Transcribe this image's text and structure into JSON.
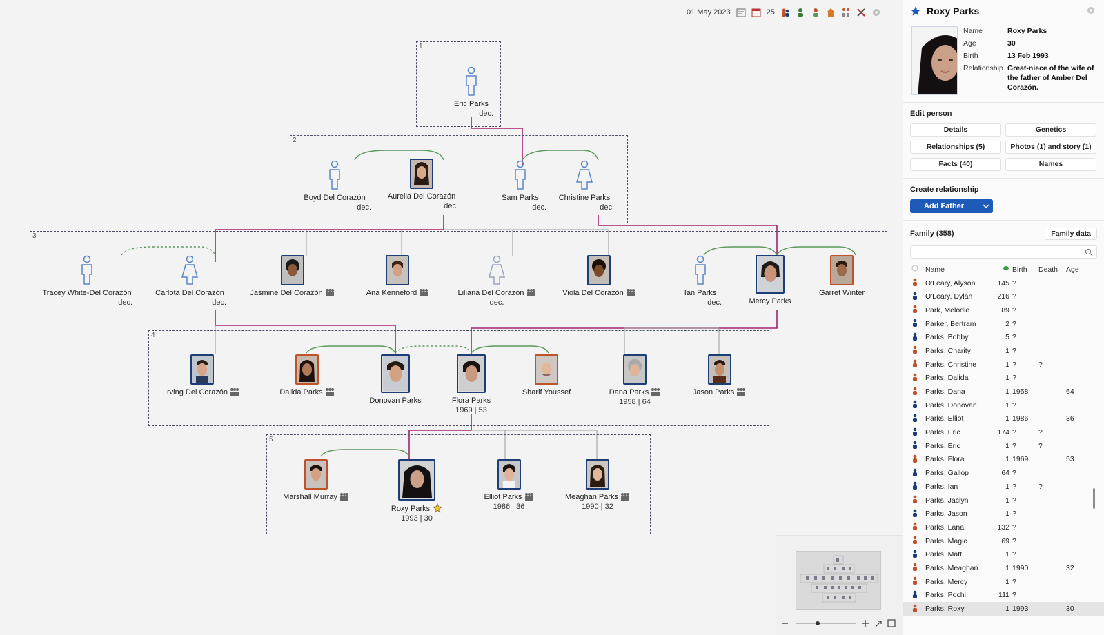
{
  "toolbar": {
    "date": "01 May 2023",
    "count": "25"
  },
  "tree": {
    "generation_labels": [
      "1",
      "2",
      "3",
      "4",
      "5"
    ],
    "people": {
      "eric": {
        "name": "Eric Parks",
        "sub": "dec."
      },
      "boyd": {
        "name": "Boyd Del Corazón",
        "sub": "dec."
      },
      "aurelia": {
        "name": "Aurelia Del Corazón",
        "sub": "dec."
      },
      "sam": {
        "name": "Sam Parks",
        "sub": "dec."
      },
      "christine": {
        "name": "Christine Parks",
        "sub": "dec."
      },
      "tracey": {
        "name": "Tracey White-Del Corazón",
        "sub": "dec."
      },
      "carlota": {
        "name": "Carlota Del Corazón",
        "sub": "dec."
      },
      "jasmine": {
        "name": "Jasmine Del Corazón"
      },
      "ana": {
        "name": "Ana Kenneford"
      },
      "liliana": {
        "name": "Liliana Del Corazón",
        "sub": "dec."
      },
      "viola": {
        "name": "Viola Del Corazón"
      },
      "ian": {
        "name": "Ian Parks",
        "sub": "dec."
      },
      "mercy": {
        "name": "Mercy Parks"
      },
      "garret": {
        "name": "Garret Winter"
      },
      "irving": {
        "name": "Irving Del Corazón"
      },
      "dalida": {
        "name": "Dalida Parks"
      },
      "donovan": {
        "name": "Donovan Parks"
      },
      "flora": {
        "name": "Flora Parks",
        "sub": "1969 | 53"
      },
      "sharif": {
        "name": "Sharif Youssef"
      },
      "dana": {
        "name": "Dana Parks",
        "sub": "1958 | 64"
      },
      "jason": {
        "name": "Jason Parks"
      },
      "marshall": {
        "name": "Marshall Murray"
      },
      "roxy": {
        "name": "Roxy Parks",
        "sub": "1993 | 30"
      },
      "elliot": {
        "name": "Elliot Parks",
        "sub": "1986 | 36"
      },
      "meaghan": {
        "name": "Meaghan Parks",
        "sub": "1990 | 32"
      }
    }
  },
  "panel": {
    "title": "Roxy Parks",
    "facts": {
      "name_label": "Name",
      "name": "Roxy Parks",
      "age_label": "Age",
      "age": "30",
      "birth_label": "Birth",
      "birth": "13 Feb 1993",
      "relationship_label": "Relationship",
      "relationship": "Great-niece of the wife of the father of Amber Del Corazón."
    },
    "edit_title": "Edit person",
    "edit_buttons": [
      "Details",
      "Genetics",
      "Relationships (5)",
      "Photos (1) and story (1)",
      "Facts (40)",
      "Names"
    ],
    "create_title": "Create relationship",
    "add_father": "Add Father",
    "family_title": "Family (358)",
    "family_data_button": "Family data",
    "columns": {
      "name": "Name",
      "birth": "Birth",
      "death": "Death",
      "age": "Age"
    },
    "list": [
      {
        "name": "O'Leary, Alyson",
        "count": "145",
        "birth": "?",
        "death": "",
        "age": "",
        "sex": "f"
      },
      {
        "name": "O'Leary, Dylan",
        "count": "216",
        "birth": "?",
        "death": "",
        "age": "",
        "sex": "m"
      },
      {
        "name": "Park, Melodie",
        "count": "89",
        "birth": "?",
        "death": "",
        "age": "",
        "sex": "f"
      },
      {
        "name": "Parker, Bertram",
        "count": "2",
        "birth": "?",
        "death": "",
        "age": "",
        "sex": "m"
      },
      {
        "name": "Parks, Bobby",
        "count": "5",
        "birth": "?",
        "death": "",
        "age": "",
        "sex": "m"
      },
      {
        "name": "Parks, Charity",
        "count": "1",
        "birth": "?",
        "death": "",
        "age": "",
        "sex": "f"
      },
      {
        "name": "Parks, Christine",
        "count": "1",
        "birth": "?",
        "death": "?",
        "age": "",
        "sex": "f"
      },
      {
        "name": "Parks, Dalida",
        "count": "1",
        "birth": "?",
        "death": "",
        "age": "",
        "sex": "f"
      },
      {
        "name": "Parks, Dana",
        "count": "1",
        "birth": "1958",
        "death": "",
        "age": "64",
        "sex": "f"
      },
      {
        "name": "Parks, Donovan",
        "count": "1",
        "birth": "?",
        "death": "",
        "age": "",
        "sex": "m"
      },
      {
        "name": "Parks, Elliot",
        "count": "1",
        "birth": "1986",
        "death": "",
        "age": "36",
        "sex": "m"
      },
      {
        "name": "Parks, Eric",
        "count": "174",
        "birth": "?",
        "death": "?",
        "age": "",
        "sex": "m"
      },
      {
        "name": "Parks, Eric",
        "count": "1",
        "birth": "?",
        "death": "?",
        "age": "",
        "sex": "m"
      },
      {
        "name": "Parks, Flora",
        "count": "1",
        "birth": "1969",
        "death": "",
        "age": "53",
        "sex": "f"
      },
      {
        "name": "Parks, Gallop",
        "count": "64",
        "birth": "?",
        "death": "",
        "age": "",
        "sex": "m"
      },
      {
        "name": "Parks, Ian",
        "count": "1",
        "birth": "?",
        "death": "?",
        "age": "",
        "sex": "m"
      },
      {
        "name": "Parks, Jaclyn",
        "count": "1",
        "birth": "?",
        "death": "",
        "age": "",
        "sex": "f"
      },
      {
        "name": "Parks, Jason",
        "count": "1",
        "birth": "?",
        "death": "",
        "age": "",
        "sex": "m"
      },
      {
        "name": "Parks, Lana",
        "count": "132",
        "birth": "?",
        "death": "",
        "age": "",
        "sex": "f"
      },
      {
        "name": "Parks, Magic",
        "count": "69",
        "birth": "?",
        "death": "",
        "age": "",
        "sex": "f"
      },
      {
        "name": "Parks, Matt",
        "count": "1",
        "birth": "?",
        "death": "",
        "age": "",
        "sex": "m"
      },
      {
        "name": "Parks, Meaghan",
        "count": "1",
        "birth": "1990",
        "death": "",
        "age": "32",
        "sex": "f"
      },
      {
        "name": "Parks, Mercy",
        "count": "1",
        "birth": "?",
        "death": "",
        "age": "",
        "sex": "f"
      },
      {
        "name": "Parks, Pochi",
        "count": "111",
        "birth": "?",
        "death": "",
        "age": "",
        "sex": "m"
      },
      {
        "name": "Parks, Roxy",
        "count": "1",
        "birth": "1993",
        "death": "",
        "age": "30",
        "sex": "f",
        "selected": true
      }
    ]
  },
  "colors": {
    "accent": "#1e5bb8",
    "lineage": "#a8206e",
    "partner": "#5a9a5a",
    "male_border": "#1b3e78",
    "other_border": "#c0522a"
  }
}
